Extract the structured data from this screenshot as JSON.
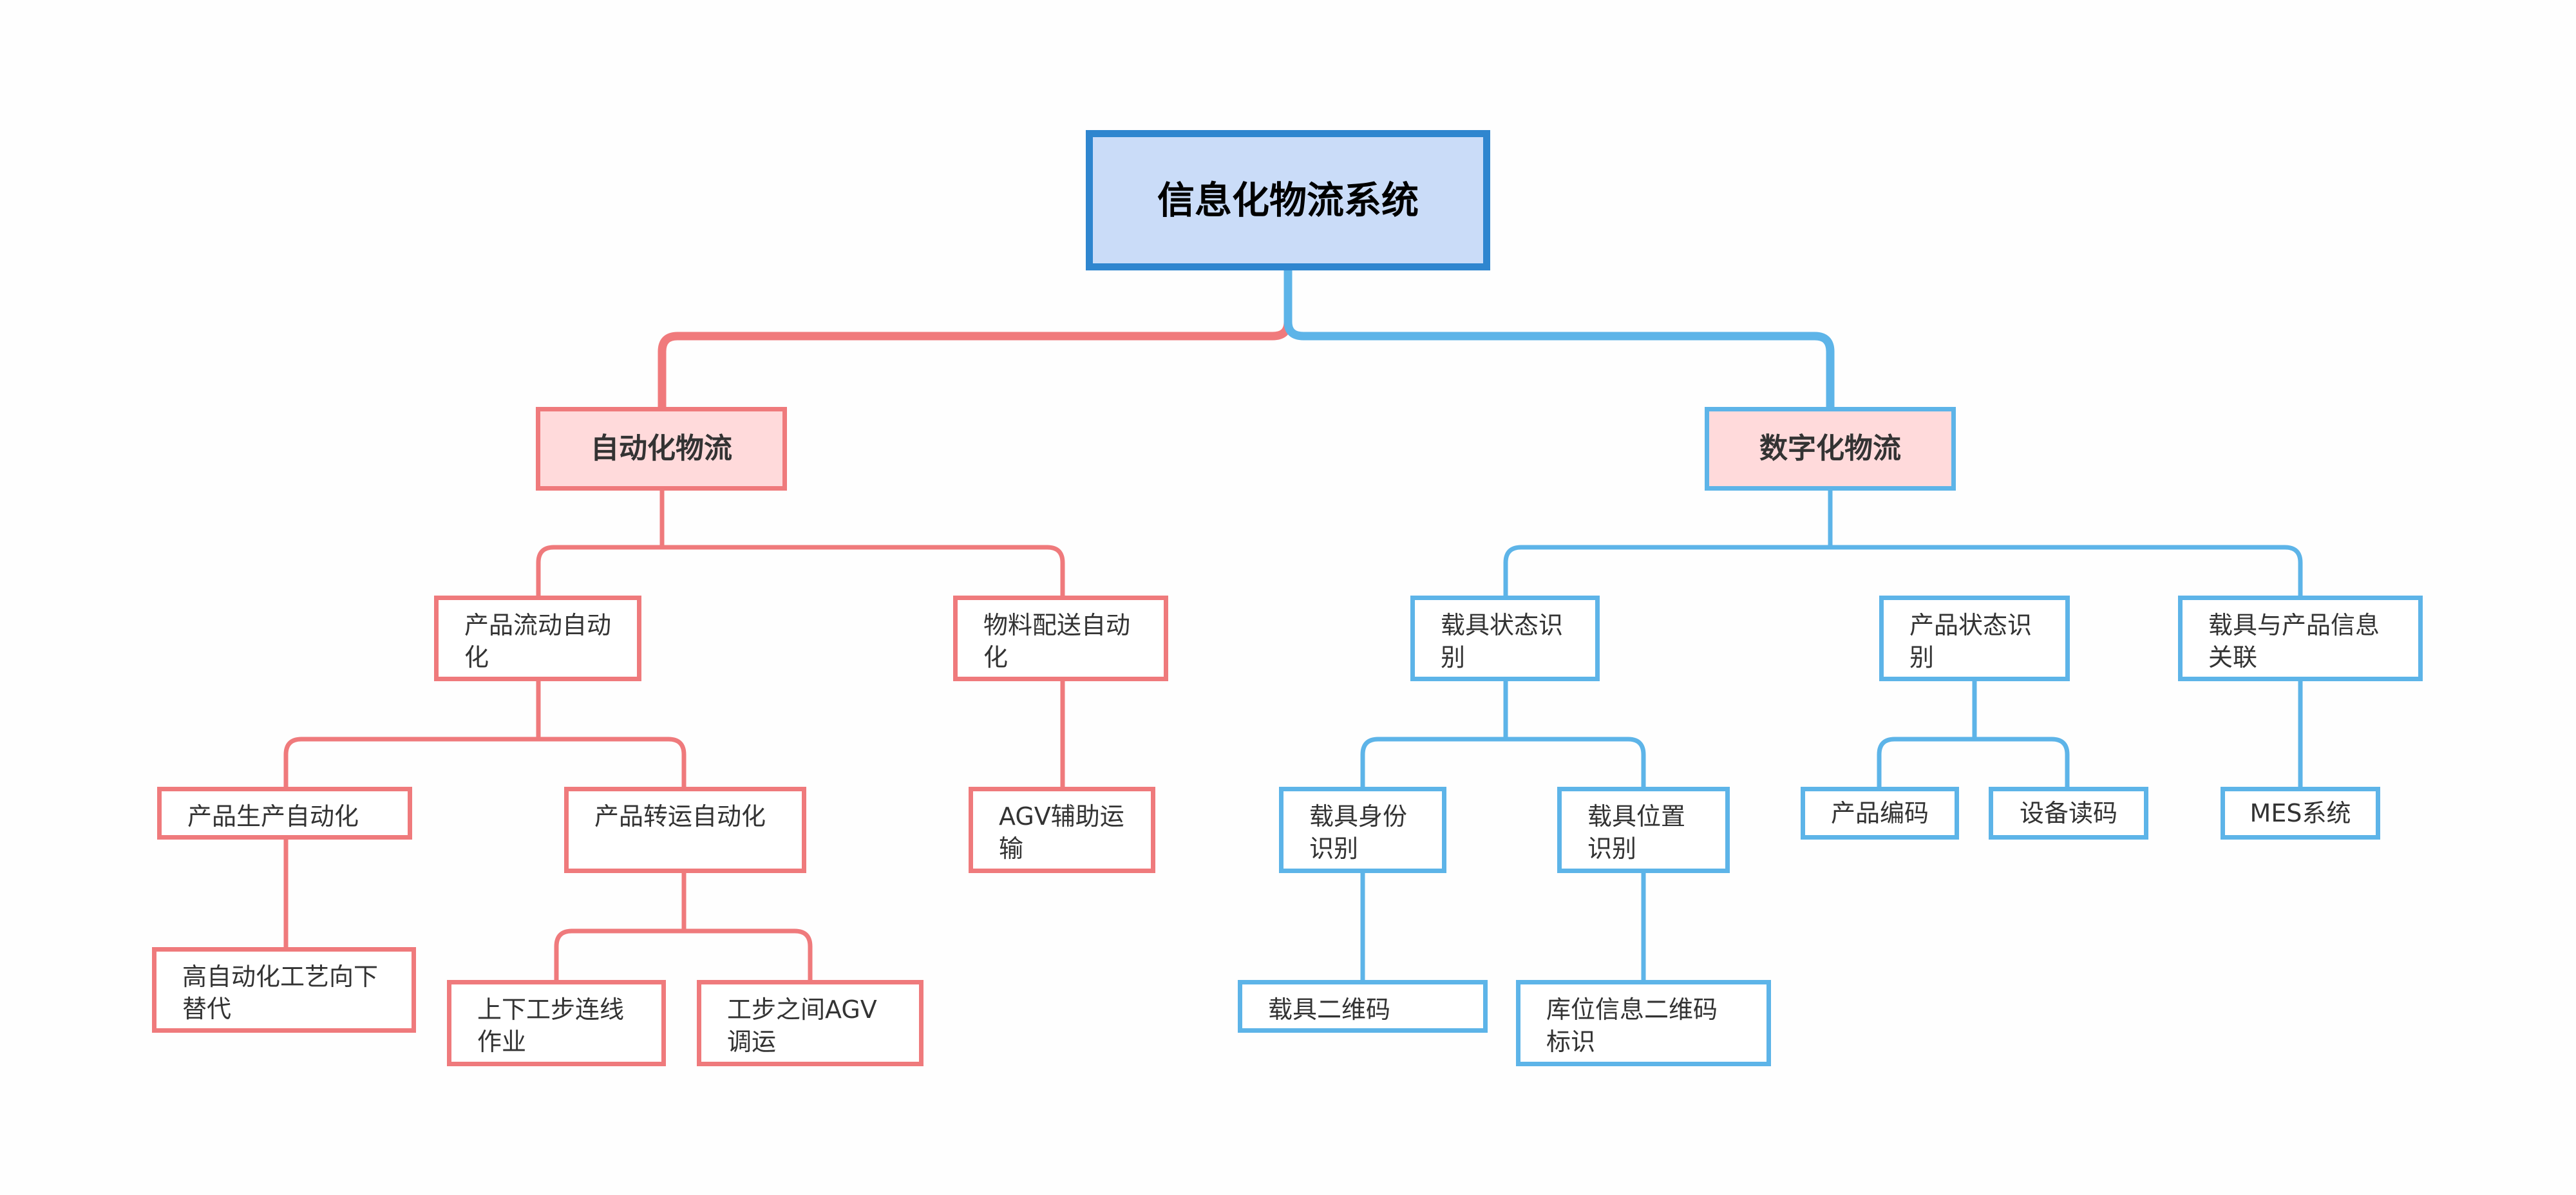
{
  "diagram": {
    "root": {
      "label": "信息化物流系统"
    },
    "colors": {
      "root_border": "#2f86cf",
      "root_fill": "#cadcf8",
      "red": "#ef7a7c",
      "blue": "#5db4e8",
      "branch_fill": "#ffdadb"
    },
    "left_branch": {
      "label": "自动化物流",
      "children": [
        {
          "label": "产品流动自动化",
          "children": [
            {
              "label": "产品生产自动化",
              "children": [
                {
                  "label": "高自动化工艺向下替代"
                }
              ]
            },
            {
              "label": "产品转运自动化",
              "children": [
                {
                  "label": "上下工步连线作业"
                },
                {
                  "label": "工步之间AGV调运"
                }
              ]
            }
          ]
        },
        {
          "label": "物料配送自动化",
          "children": [
            {
              "label": "AGV辅助运输"
            }
          ]
        }
      ]
    },
    "right_branch": {
      "label": "数字化物流",
      "children": [
        {
          "label": "载具状态识别",
          "children": [
            {
              "label": "载具身份识别",
              "children": [
                {
                  "label": "载具二维码"
                }
              ]
            },
            {
              "label": "载具位置识别",
              "children": [
                {
                  "label": "库位信息二维码标识"
                }
              ]
            }
          ]
        },
        {
          "label": "产品状态识别",
          "children": [
            {
              "label": "产品编码"
            },
            {
              "label": "设备读码"
            }
          ]
        },
        {
          "label": "载具与产品信息关联",
          "children": [
            {
              "label": "MES系统"
            }
          ]
        }
      ]
    }
  }
}
